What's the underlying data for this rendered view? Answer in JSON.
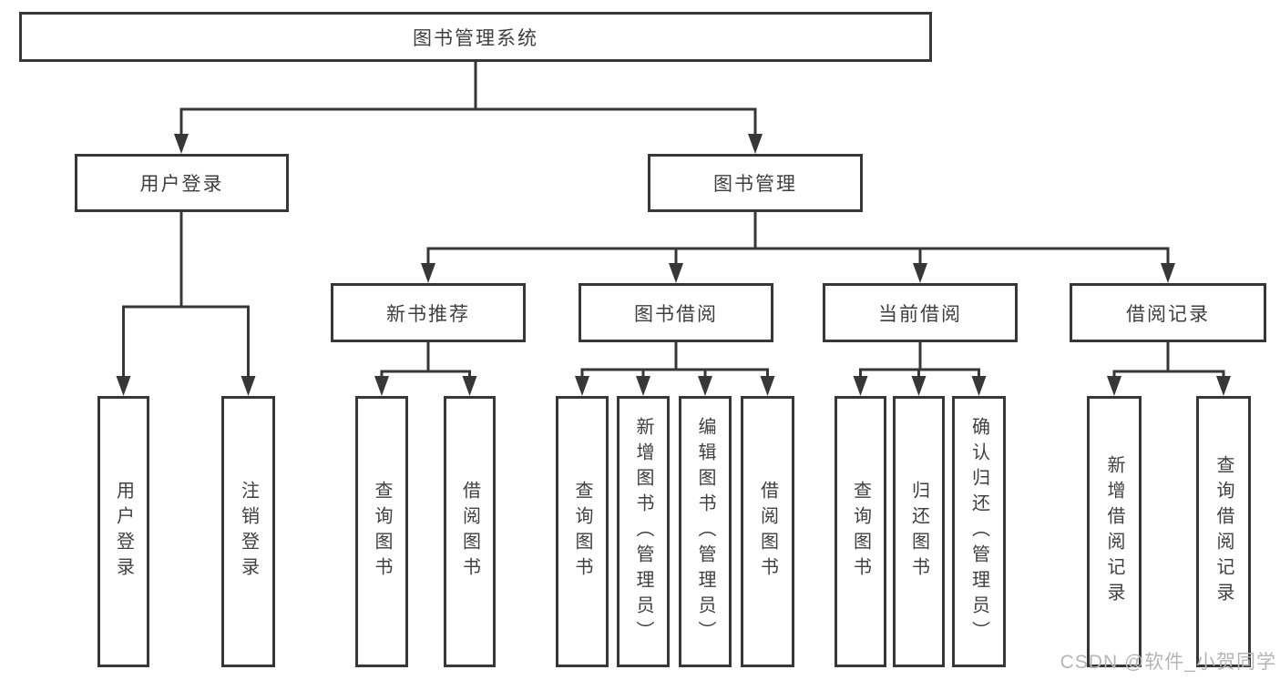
{
  "diagram": {
    "root": {
      "label": "图书管理系统"
    },
    "user_login": {
      "label": "用户登录",
      "children": [
        {
          "label": "用户登录"
        },
        {
          "label": "注销登录"
        }
      ]
    },
    "book_mgmt": {
      "label": "图书管理",
      "children": [
        {
          "label": "新书推荐",
          "children": [
            {
              "label": "查询图书"
            },
            {
              "label": "借阅图书"
            }
          ]
        },
        {
          "label": "图书借阅",
          "children": [
            {
              "label": "查询图书"
            },
            {
              "label": "新增图书（管理员）"
            },
            {
              "label": "编辑图书（管理员）"
            },
            {
              "label": "借阅图书"
            }
          ]
        },
        {
          "label": "当前借阅",
          "children": [
            {
              "label": "查询图书"
            },
            {
              "label": "归还图书"
            },
            {
              "label": "确认归还（管理员）"
            }
          ]
        },
        {
          "label": "借阅记录",
          "children": [
            {
              "label": "新增借阅记录"
            },
            {
              "label": "查询借阅记录"
            }
          ]
        }
      ]
    },
    "watermark": "CSDN @软件_小贺同学",
    "colors": {
      "line": "#373737",
      "text": "#3f3f3f",
      "watermark": "#b5b5b5",
      "background": "#ffffff"
    }
  }
}
